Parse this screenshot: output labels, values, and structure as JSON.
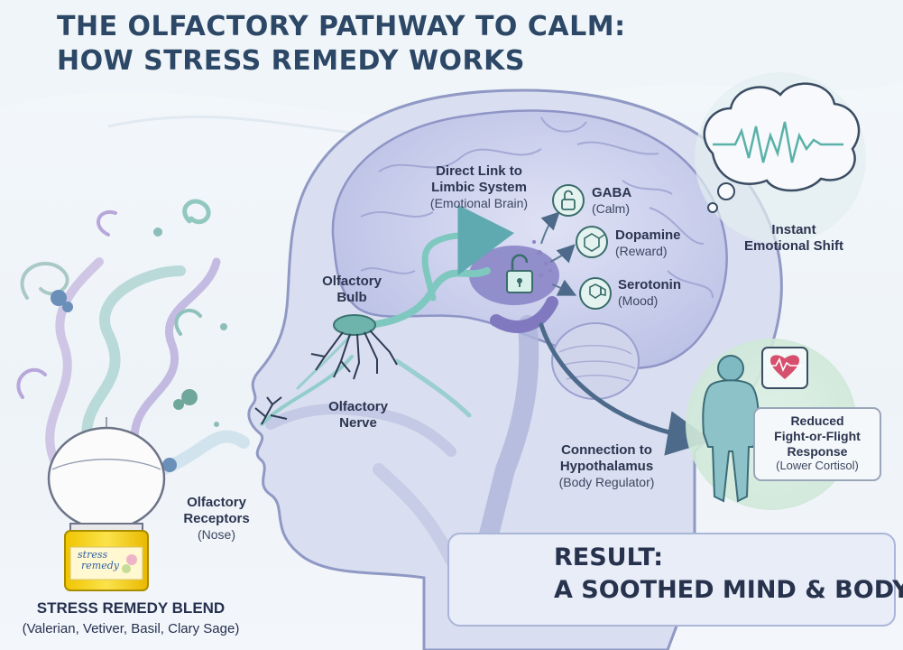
{
  "title": {
    "line1": "THE OLFACTORY PATHWAY TO CALM:",
    "line2": "HOW STRESS REMEDY WORKS"
  },
  "product": {
    "name": "STRESS REMEDY BLEND",
    "ingredients": "(Valerian, Vetiver, Basil, Clary Sage)",
    "jar_label_line1": "stress",
    "jar_label_line2": "remedy"
  },
  "labels": {
    "olfactory_receptors": {
      "title_1": "Olfactory",
      "title_2": "Receptors",
      "sub": "(Nose)"
    },
    "olfactory_bulb": {
      "title_1": "Olfactory",
      "title_2": "Bulb"
    },
    "olfactory_nerve": {
      "title_1": "Olfactory",
      "title_2": "Nerve"
    },
    "limbic_link": {
      "title_1": "Direct Link to",
      "title_2": "Limbic System",
      "sub": "(Emotional Brain)"
    },
    "gaba": {
      "title": "GABA",
      "sub": "(Calm)"
    },
    "dopamine": {
      "title": "Dopamine",
      "sub": "(Reward)"
    },
    "serotonin": {
      "title": "Serotonin",
      "sub": "(Mood)"
    },
    "emotional_shift": {
      "title_1": "Instant",
      "title_2": "Emotional Shift"
    },
    "hypothalamus": {
      "title_1": "Connection to",
      "title_2": "Hypothalamus",
      "sub": "(Body Regulator)"
    },
    "fight_flight": {
      "title_1": "Reduced",
      "title_2": "Fight-or-Flight",
      "title_3": "Response",
      "sub": "(Lower Cortisol)"
    }
  },
  "result": {
    "line1": "RESULT:",
    "line2": "A SOOTHED MIND & BODY"
  },
  "colors": {
    "title": "#2c4866",
    "head_fill": "#d9def0",
    "head_outline": "#8f99c4",
    "brain_fill": "#c8ccea",
    "pathway": "#7fc8c0",
    "limbic": "#8a86c6",
    "jar_yellow": "#f5d31c",
    "result_box": "#e9edf8"
  },
  "icons": [
    "lock-icon",
    "molecule-icon",
    "heart-rate-icon",
    "thought-bubble-icon",
    "sleeping-face-icon",
    "body-icon",
    "diffuser-icon"
  ]
}
